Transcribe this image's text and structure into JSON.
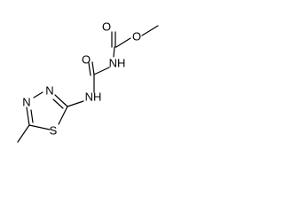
{
  "molecule": {
    "atoms": {
      "ester_oxygen": "O",
      "carbonyl_oxygen_ester": "O",
      "carbamate_nh": "NH",
      "carbonyl_oxygen_urea": "O",
      "urea_nh": "NH",
      "ring_n3": "N",
      "ring_n4": "N",
      "ring_s": "S"
    }
  }
}
